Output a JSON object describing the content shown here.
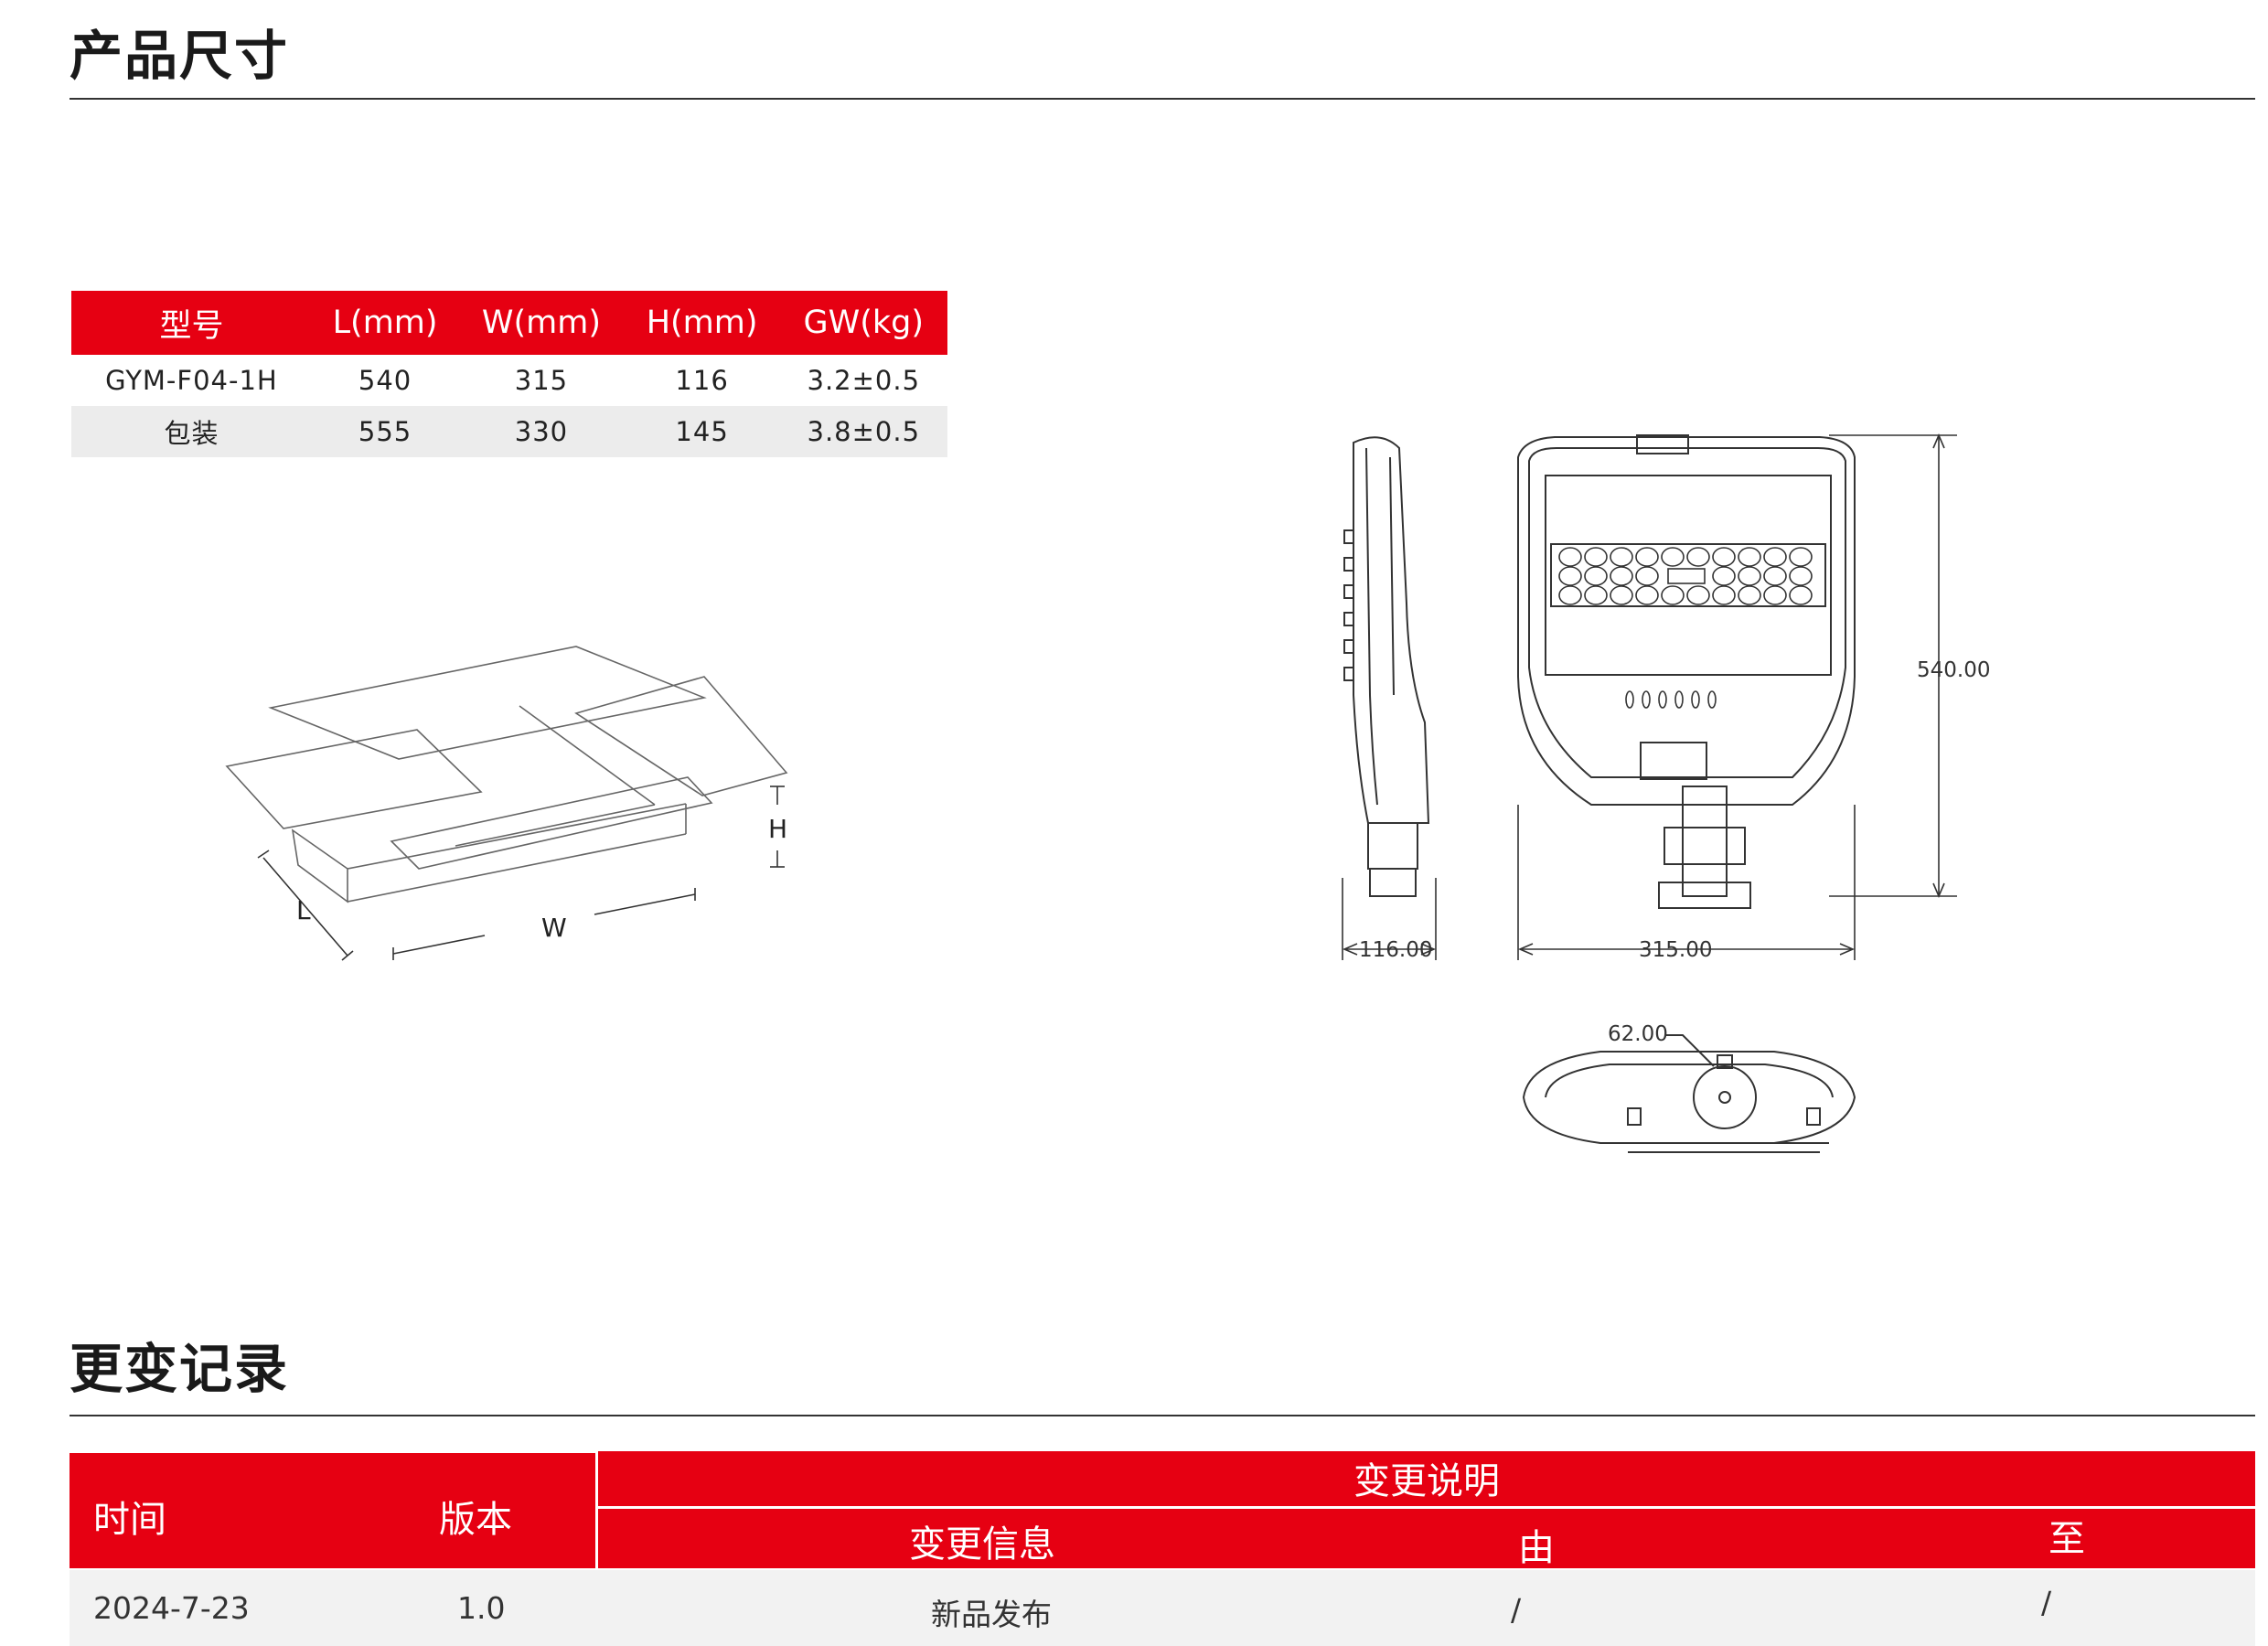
{
  "section1": {
    "title": "产品尺寸"
  },
  "size_table": {
    "headers": [
      "型号",
      "L(mm)",
      "W(mm)",
      "H(mm)",
      "GW(kg)"
    ],
    "rows": [
      [
        "GYM-F04-1H",
        "540",
        "315",
        "116",
        "3.2±0.5"
      ],
      [
        "包装",
        "555",
        "330",
        "145",
        "3.8±0.5"
      ]
    ]
  },
  "box_diagram": {
    "label_l": "L",
    "label_w": "W",
    "label_h": "H"
  },
  "drawing": {
    "dim_height": "540.00",
    "dim_width": "315.00",
    "dim_depth": "116.00",
    "dim_pole": "62.00"
  },
  "section2": {
    "title": "更变记录"
  },
  "change_log": {
    "headers": {
      "time": "时间",
      "version": "版本",
      "description": "变更说明",
      "info": "变更信息",
      "from": "由",
      "to": "至"
    },
    "rows": [
      {
        "time": "2024-7-23",
        "version": "1.0",
        "info": "新品发布",
        "from": "/",
        "to": "/"
      }
    ]
  },
  "colors": {
    "accent": "#e60012",
    "row_alt": "#ececec"
  }
}
